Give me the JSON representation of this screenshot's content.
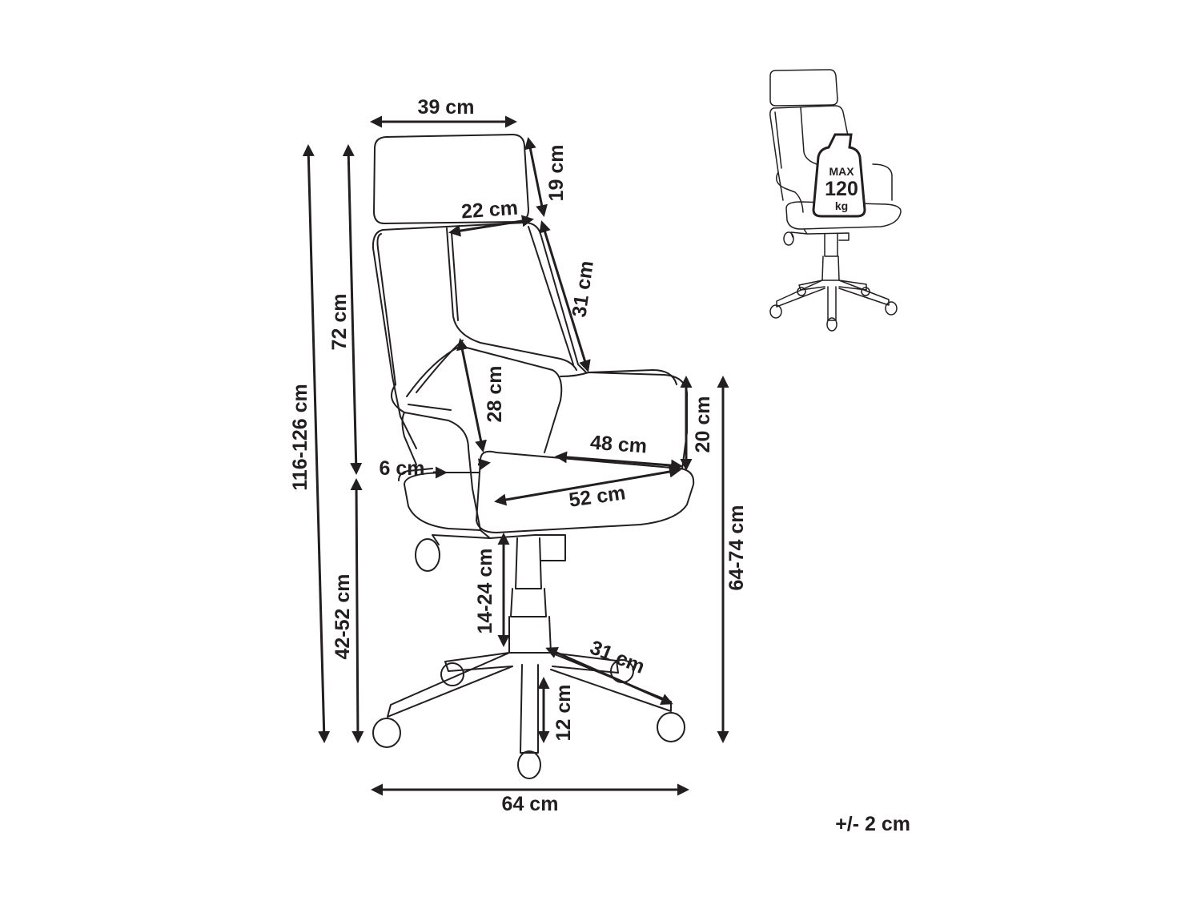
{
  "dimensions": {
    "headrest_width": "39 cm",
    "headrest_height": "19 cm",
    "back_top_width": "22 cm",
    "back_upper_length": "31 cm",
    "back_lower_length": "28 cm",
    "total_height": "116-126 cm",
    "back_height": "72 cm",
    "seat_height": "42-52 cm",
    "armrest_gap": "6 cm",
    "seat_width": "48 cm",
    "seat_depth": "52 cm",
    "armrest_height": "20 cm",
    "armrest_floor_height": "64-74 cm",
    "gas_lift": "14-24 cm",
    "leg_length": "31 cm",
    "base_height": "12 cm",
    "base_width": "64 cm"
  },
  "load_badge": {
    "top": "MAX",
    "value": "120",
    "unit": "kg"
  },
  "tolerance": "+/- 2 cm"
}
